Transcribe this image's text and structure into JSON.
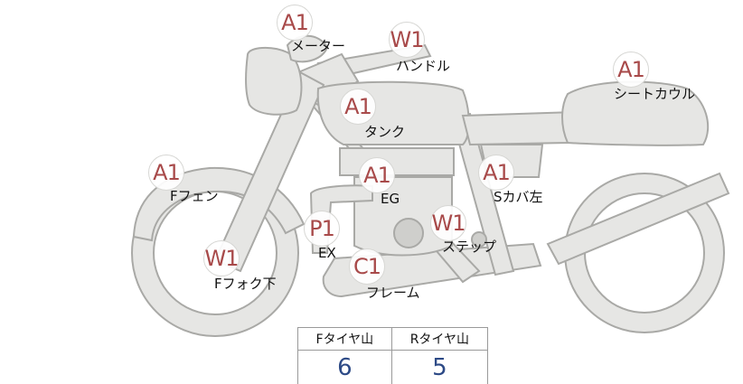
{
  "badges": {
    "meter": "A1",
    "handle": "W1",
    "tank": "A1",
    "seat_cowl": "A1",
    "f_fender": "A1",
    "engine": "A1",
    "side_cover": "A1",
    "muffler": "P1",
    "step": "W1",
    "f_fork": "W1",
    "frame": "C1"
  },
  "labels": {
    "meter": "メーター",
    "handle": "ハンドル",
    "tank": "タンク",
    "seat_cowl": "シートカウル",
    "f_fender": "Fフェン",
    "engine": "EG",
    "side_cover": "Sカバ左",
    "muffler": "EX",
    "step": "ステップ",
    "f_fork": "Fフォク下",
    "frame": "フレーム"
  },
  "tires": {
    "front_label": "Fタイヤ山",
    "rear_label": "Rタイヤ山",
    "front_value": "6",
    "rear_value": "5"
  },
  "colors": {
    "part_fill": "#e6e6e4",
    "part_stroke": "#a9a9a6",
    "badge_text": "#a84a4a",
    "value_text": "#2d4a86"
  }
}
